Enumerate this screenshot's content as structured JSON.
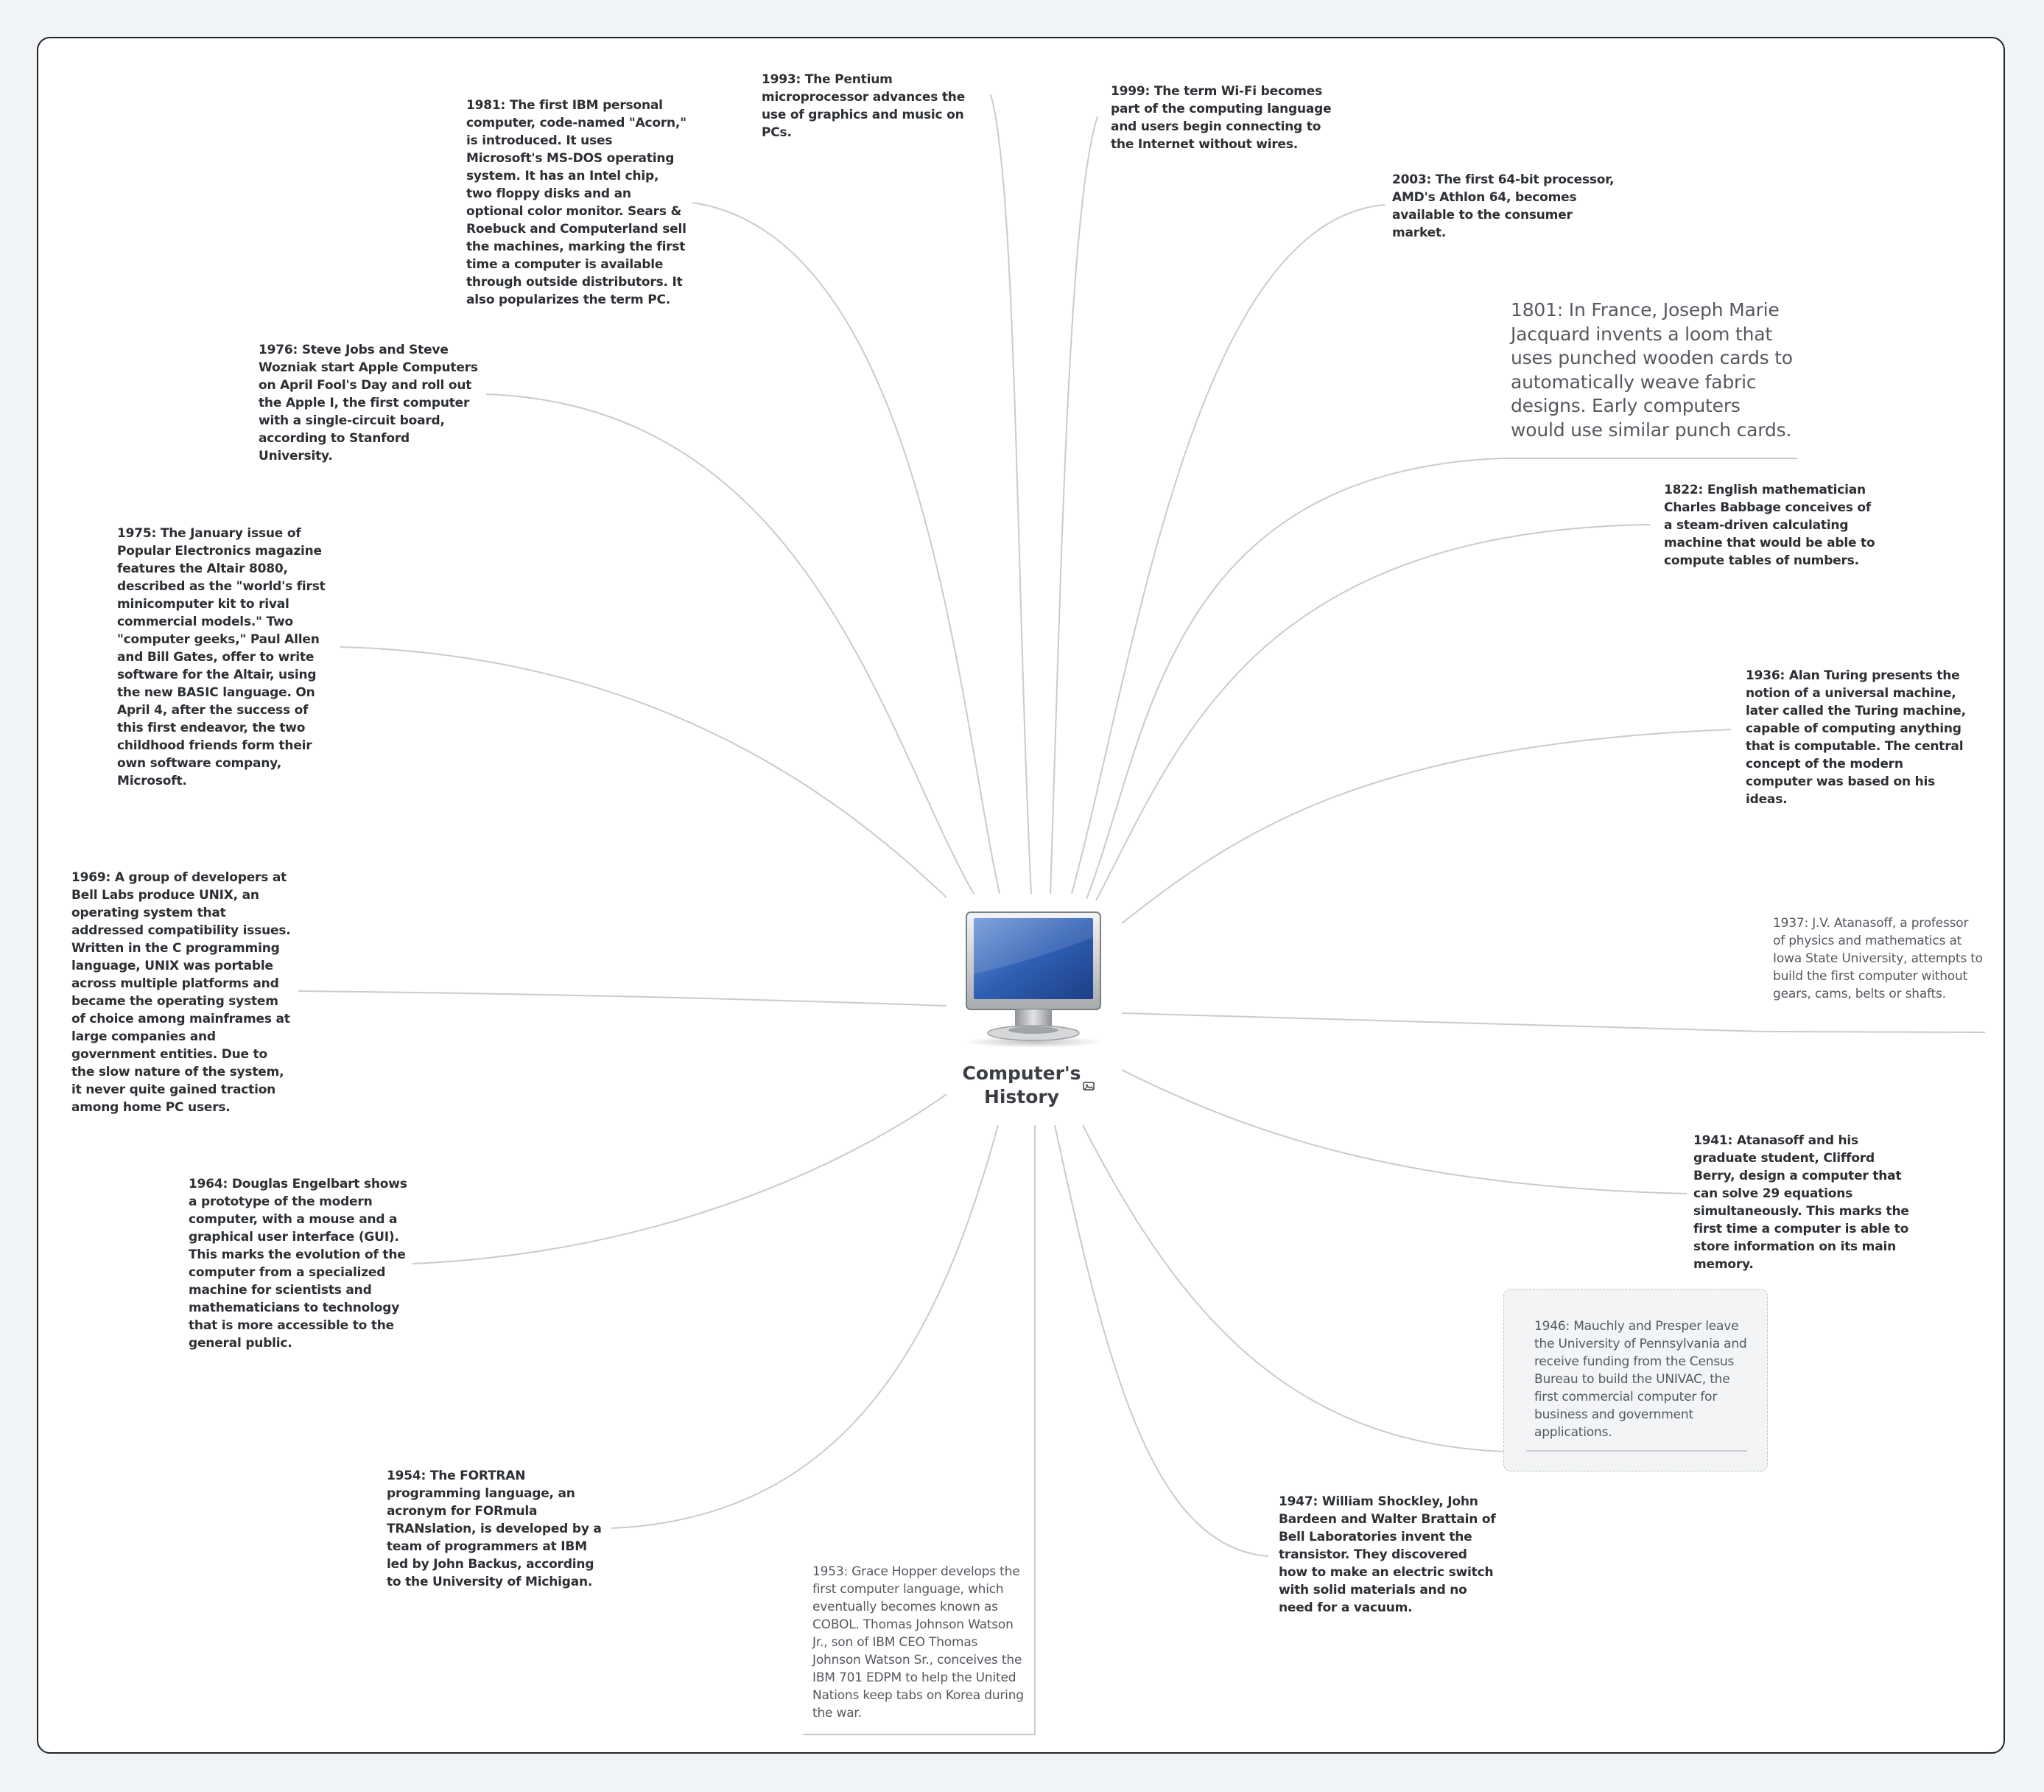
{
  "root": {
    "title": "Computer's History",
    "icon": "desktop-monitor-icon",
    "attachment_icon": "image-icon"
  },
  "colors": {
    "background": "#f0f4f6",
    "canvas": "#ffffff",
    "connector": "#c9cbce",
    "text": "#2c2f33",
    "note_background": "#f2f4f5"
  },
  "topics": [
    {
      "id": "1801",
      "text": "1801: In France, Joseph Marie Jacquard invents a loom that uses punched wooden cards to automatically weave fabric designs. Early computers would use similar punch cards."
    },
    {
      "id": "1822",
      "text": "1822: English mathematician Charles Babbage conceives of a steam-driven calculating machine that would be able to compute tables of numbers."
    },
    {
      "id": "1936",
      "text": "1936: Alan Turing presents the notion of a universal machine, later called the Turing machine, capable of computing anything that is computable. The central concept of the modern computer was based on his ideas."
    },
    {
      "id": "1937",
      "text": "1937: J.V. Atanasoff, a professor of physics and mathematics at Iowa State University, attempts to build the first computer without gears, cams, belts or shafts."
    },
    {
      "id": "1941",
      "text": "1941: Atanasoff and his graduate student, Clifford Berry, design a computer that can solve 29 equations simultaneously. This marks the first time a computer is able to store information on its main memory."
    },
    {
      "id": "1946",
      "text": "1946: Mauchly and Presper leave the University of Pennsylvania and receive funding from the Census Bureau to build the UNIVAC, the first commercial computer for business and government applications."
    },
    {
      "id": "1947",
      "text": "1947: William Shockley, John Bardeen and Walter Brattain of Bell Laboratories invent the transistor. They discovered how to make an electric switch with solid materials and no need for a vacuum."
    },
    {
      "id": "1953",
      "text": "1953: Grace Hopper develops the first computer language, which eventually becomes known as COBOL. Thomas Johnson Watson Jr., son of IBM CEO Thomas Johnson Watson Sr., conceives the IBM 701 EDPM to help the United Nations keep tabs on Korea during the war."
    },
    {
      "id": "1954",
      "text": "1954: The FORTRAN programming language, an acronym for FORmula TRANslation, is developed by a team of programmers at IBM led by John Backus, according to the University of Michigan."
    },
    {
      "id": "1964",
      "text": "1964: Douglas Engelbart shows a prototype of the modern computer, with a mouse and a graphical user interface (GUI). This marks the evolution of the computer from a specialized machine for scientists and mathematicians to technology that is more accessible to the general public."
    },
    {
      "id": "1969",
      "text": "1969: A group of developers at Bell Labs produce UNIX, an operating system that addressed compatibility issues. Written in the C programming language, UNIX was portable across multiple platforms and became the operating system of choice among mainframes at large companies and government entities. Due to the slow nature of the system, it never quite gained traction among home PC users."
    },
    {
      "id": "1975",
      "text": "1975: The January issue of Popular Electronics magazine features the Altair 8080, described as the \"world's first minicomputer kit to rival commercial models.\" Two \"computer geeks,\" Paul Allen and Bill Gates, offer to write software for the Altair, using the new BASIC language. On April 4, after the success of this first endeavor, the two childhood friends form their own software company, Microsoft."
    },
    {
      "id": "1976",
      "text": "1976: Steve Jobs and Steve Wozniak start Apple Computers on April Fool's Day and roll out the Apple I, the first computer with a single-circuit board, according to Stanford University."
    },
    {
      "id": "1981",
      "text": "1981: The first IBM personal computer, code-named \"Acorn,\" is introduced. It uses Microsoft's MS-DOS operating system. It has an Intel chip, two floppy disks and an optional color monitor. Sears & Roebuck and Computerland sell the machines, marking the first time a computer is available through outside distributors. It also popularizes the term PC."
    },
    {
      "id": "1993",
      "text": "1993: The Pentium microprocessor advances the use of graphics and music on PCs."
    },
    {
      "id": "1999",
      "text": "1999: The term Wi-Fi becomes part of the computing language and users begin connecting to the Internet without wires."
    },
    {
      "id": "2003",
      "text": "2003: The first 64-bit processor, AMD's Athlon 64, becomes available to the consumer market."
    }
  ]
}
